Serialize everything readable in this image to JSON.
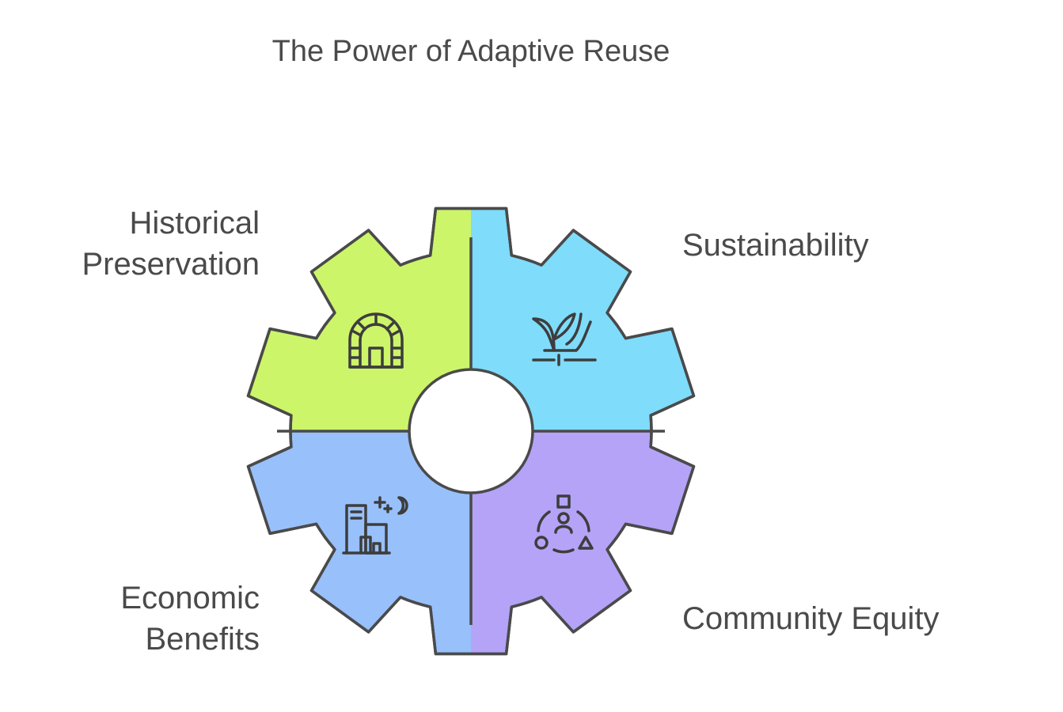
{
  "title": "The Power of Adaptive Reuse",
  "segments": [
    {
      "label_lines": [
        "Historical",
        "Preservation"
      ],
      "icon": "arched-window-icon",
      "color": "#ccf56a"
    },
    {
      "label_lines": [
        "Sustainability"
      ],
      "icon": "plant-hand-icon",
      "color": "#7fdcfb"
    },
    {
      "label_lines": [
        "Economic",
        "Benefits"
      ],
      "icon": "city-night-icon",
      "color": "#98c0fa"
    },
    {
      "label_lines": [
        "Community Equity"
      ],
      "icon": "community-shapes-icon",
      "color": "#b5a3f8"
    }
  ]
}
